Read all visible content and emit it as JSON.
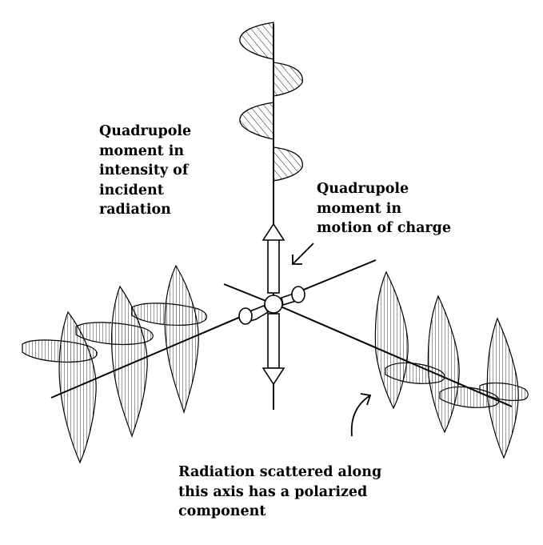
{
  "labels": {
    "quadrupole_intensity": [
      "Quadrupole",
      "moment in",
      "intensity of",
      "incident",
      "radiation"
    ],
    "quadrupole_motion": [
      "Quadrupole",
      "moment in",
      "motion of charge"
    ],
    "scattered": [
      "Radiation scattered along",
      "this axis has a polarized",
      "component"
    ]
  },
  "colors": {
    "ink": "#000000",
    "background": "#ffffff"
  }
}
